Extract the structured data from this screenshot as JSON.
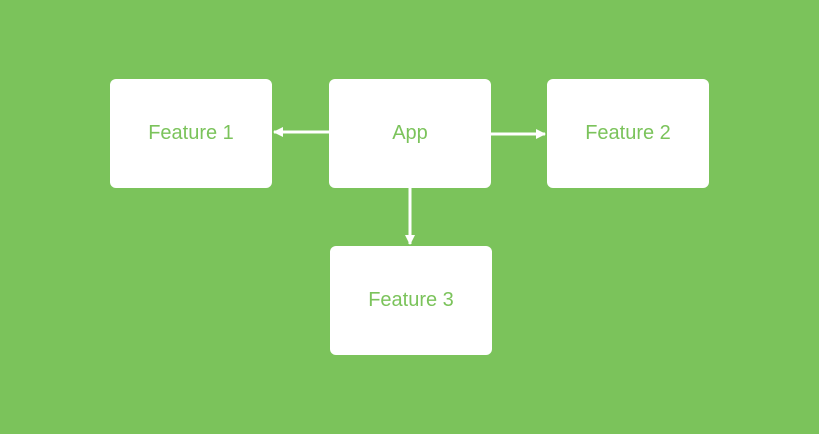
{
  "colors": {
    "background": "#7bc35b",
    "node_fill": "#ffffff",
    "node_text": "#7bc35b",
    "arrow": "#ffffff"
  },
  "nodes": {
    "app": {
      "label": "App"
    },
    "feature1": {
      "label": "Feature 1"
    },
    "feature2": {
      "label": "Feature 2"
    },
    "feature3": {
      "label": "Feature 3"
    }
  },
  "edges": [
    {
      "from": "App",
      "to": "Feature 1"
    },
    {
      "from": "App",
      "to": "Feature 2"
    },
    {
      "from": "App",
      "to": "Feature 3"
    }
  ]
}
